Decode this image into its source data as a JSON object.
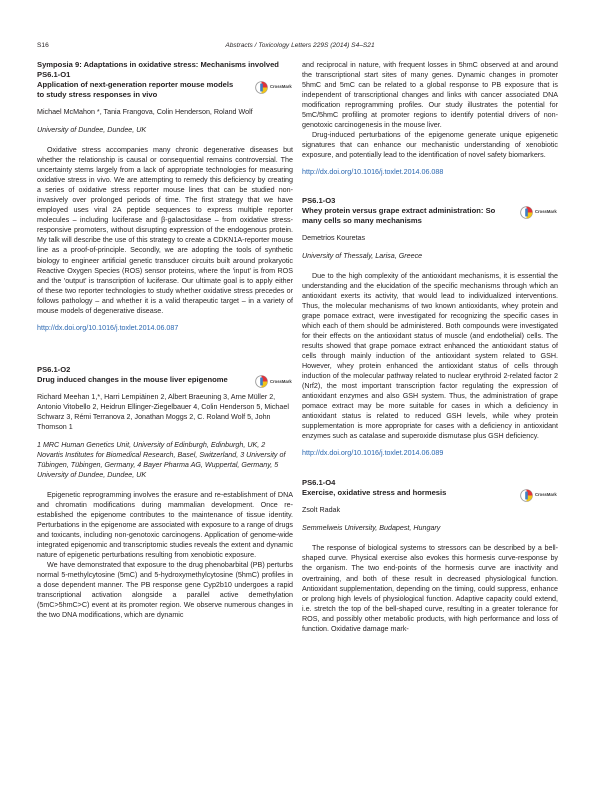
{
  "header": {
    "page_number": "S16",
    "running_head": "Abstracts / Toxicology Letters 229S (2014) S4–S21"
  },
  "symposium_title": "Symposia 9: Adaptations in oxidative stress: Mechanisms involved",
  "crossmark_label": "CrossMark",
  "abstracts": [
    {
      "id": "PS6.1-O1",
      "title": "Application of next-generation reporter mouse models to study stress responses in vivo",
      "authors": "Michael McMahon *, Tania Frangova, Colin Henderson, Roland Wolf",
      "affiliation": "University of Dundee, Dundee, UK",
      "body": [
        "Oxidative stress accompanies many chronic degenerative diseases but whether the relationship is causal or consequential remains controversial. The uncertainty stems largely from a lack of appropriate technologies for measuring oxidative stress in vivo. We are attempting to remedy this deficiency by creating a series of oxidative stress reporter mouse lines that can be studied non-invasively over prolonged periods of time. The first strategy that we have employed uses viral 2A peptide sequences to express multiple reporter molecules – including luciferase and β-galactosidase – from oxidative stress-responsive promoters, without disrupting expression of the endogenous protein. My talk will describe the use of this strategy to create a CDKN1A-reporter mouse line as a proof-of-principle. Secondly, we are adopting the tools of synthetic biology to engineer artificial genetic transducer circuits built around prokaryotic Reactive Oxygen Species (ROS) sensor proteins, where the 'input' is from ROS and the 'output' is transcription of luciferase. Our ultimate goal is to apply either of these two reporter technologies to study whether oxidative stress precedes or follows pathology – and whether it is a valid therapeutic target – in a variety of mouse models of degenerative disease."
      ],
      "doi": "http://dx.doi.org/10.1016/j.toxlet.2014.06.087"
    },
    {
      "id": "PS6.1-O2",
      "title": "Drug induced changes in the mouse liver epigenome",
      "authors": "Richard Meehan 1,*, Harri Lempiäinen 2, Albert Braeuning 3, Arne Müller 2, Antonio Vitobello 2, Heidrun Ellinger-Ziegelbauer 4, Colin Henderson 5, Michael Schwarz 3, Rémi Terranova 2, Jonathan Moggs 2, C. Roland Wolf 5, John Thomson 1",
      "affiliation": "1 MRC Human Genetics Unit, University of Edinburgh, Edinburgh, UK, 2 Novartis Institutes for Biomedical Research, Basel, Switzerland, 3 University of Tübingen, Tübingen, Germany, 4 Bayer Pharma AG, Wuppertal, Germany, 5 University of Dundee, Dundee, UK",
      "body": [
        "Epigenetic reprogramming involves the erasure and re-establishment of DNA and chromatin modifications during mammalian development. Once re-established the epigenome contributes to the maintenance of tissue identity. Perturbations in the epigenome are associated with exposure to a range of drugs and toxicants, including non-genotoxic carcinogens. Application of genome-wide integrated epigenomic and transcriptomic studies reveals the extent and dynamic nature of epigenetic perturbations resulting from xenobiotic exposure.",
        "We have demonstrated that exposure to the drug phenobarbital (PB) perturbs normal 5-methylcytosine (5mC) and 5-hydroxymethylcytosine (5hmC) profiles in a dose dependent manner. The PB response gene Cyp2b10 undergoes a rapid transcriptional activation alongside a parallel active demethylation (5mC>5hmC>C) event at its promoter region. We observe numerous changes in the two DNA modifications, which are dynamic"
      ],
      "body_continued": [
        "and reciprocal in nature, with frequent losses in 5hmC observed at and around the transcriptional start sites of many genes. Dynamic changes in promoter 5hmC and 5mC can be related to a global response to PB exposure that is independent of transcriptional changes and links with cancer associated DNA modification reprogramming profiles. Our study illustrates the potential for 5mC/5hmC profiling at promoter regions to identify potential drivers of non-genotoxic carcinogenesis in the mouse liver.",
        "Drug-induced perturbations of the epigenome generate unique epigenetic signatures that can enhance our mechanistic understanding of xenobiotic exposure, and potentially lead to the identification of novel safety biomarkers."
      ],
      "doi": "http://dx.doi.org/10.1016/j.toxlet.2014.06.088"
    },
    {
      "id": "PS6.1-O3",
      "title": "Whey protein versus grape extract administration: So many cells so many mechanisms",
      "authors": "Demetrios Kouretas",
      "affiliation": "University of Thessaly, Larisa, Greece",
      "body": [
        "Due to the high complexity of the antioxidant mechanisms, it is essential the understanding and the elucidation of the specific mechanisms through which an antioxidant exerts its activity, that would lead to individualized interventions. Thus, the molecular mechanisms of two known antioxidants, whey protein and grape pomace extract, were investigated for recognizing the specific cases in which each of them should be administered. Both compounds were investigated for their effects on the antioxidant status of muscle (and endothelial) cells. The results showed that grape pomace extract enhanced the antioxidant status of cells through mainly induction of the antioxidant system related to GSH. However, whey protein enhanced the antioxidant status of cells through induction of the molecular pathway related to nuclear erythroid 2-related factor 2 (Nrf2), the most important transcription factor regulating the expression of antioxidant enzymes and also GSH system. Thus, the administration of grape pomace extract may be more suitable for cases in which a deficiency in antioxidant status is related to reduced GSH levels, while whey protein supplementation is more appropriate for cases with a deficiency in antioxidant enzymes such as catalase and superoxide dismutase plus GSH deficiency."
      ],
      "doi": "http://dx.doi.org/10.1016/j.toxlet.2014.06.089"
    },
    {
      "id": "PS6.1-O4",
      "title": "Exercise, oxidative stress and hormesis",
      "authors": "Zsolt Radak",
      "affiliation": "Semmelweis University, Budapest, Hungary",
      "body": [
        "The response of biological systems to stressors can be described by a bell-shaped curve. Physical exercise also evokes this hormesis curve-response by the organism. The two end-points of the hormesis curve are inactivity and overtraining, and both of these result in decreased physiological function. Antioxidant supplementation, depending on the timing, could suppress, enhance or prolong high levels of physiological function. Adaptive capacity could extend, i.e. stretch the top of the bell-shaped curve, resulting in a greater tolerance for ROS, and possibly other metabolic products, with high performance and loss of function. Oxidative damage mark-"
      ]
    }
  ]
}
